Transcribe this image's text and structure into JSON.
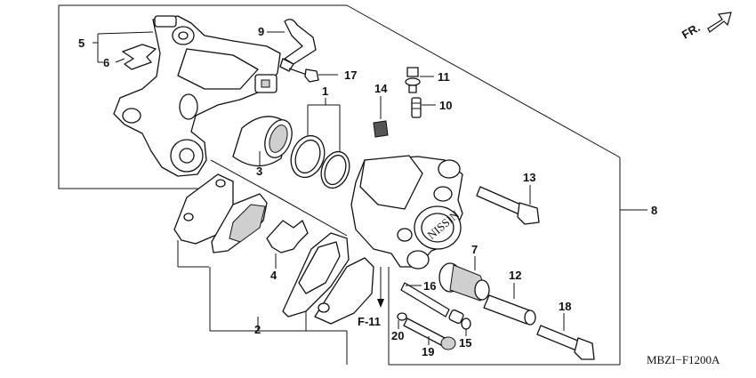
{
  "diagram": {
    "reference_code": "MBZI−F1200A",
    "direction_label": "FR.",
    "section_ref": "F-11",
    "callouts": [
      {
        "id": "c1",
        "text": "1"
      },
      {
        "id": "c2",
        "text": "2"
      },
      {
        "id": "c3",
        "text": "3"
      },
      {
        "id": "c4",
        "text": "4"
      },
      {
        "id": "c5",
        "text": "5"
      },
      {
        "id": "c6",
        "text": "6"
      },
      {
        "id": "c7",
        "text": "7"
      },
      {
        "id": "c8",
        "text": "8"
      },
      {
        "id": "c9",
        "text": "9"
      },
      {
        "id": "c10",
        "text": "10"
      },
      {
        "id": "c11",
        "text": "11"
      },
      {
        "id": "c12",
        "text": "12"
      },
      {
        "id": "c13",
        "text": "13"
      },
      {
        "id": "c14",
        "text": "14"
      },
      {
        "id": "c15",
        "text": "15"
      },
      {
        "id": "c16",
        "text": "16"
      },
      {
        "id": "c17",
        "text": "17"
      },
      {
        "id": "c18",
        "text": "18"
      },
      {
        "id": "c19",
        "text": "19"
      },
      {
        "id": "c20",
        "text": "20"
      }
    ],
    "caliper_marking": "NISSIN"
  }
}
